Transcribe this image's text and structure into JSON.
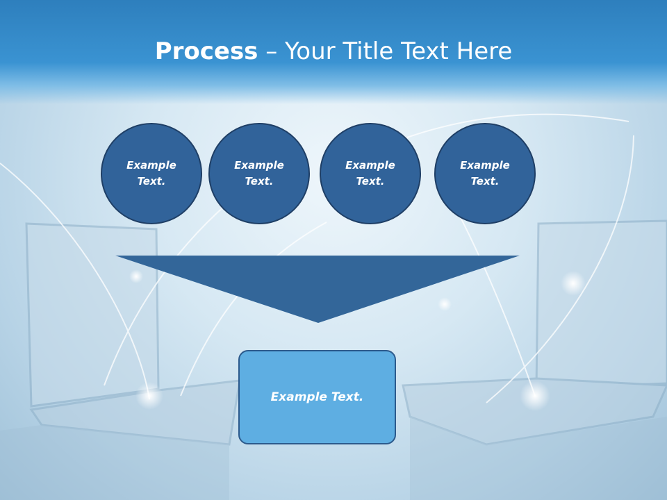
{
  "slide": {
    "title_bold": "Process",
    "title_rest": " – Your Title Text Here"
  },
  "steps": [
    {
      "label": "Example Text."
    },
    {
      "label": "Example Text."
    },
    {
      "label": "Example Text."
    },
    {
      "label": "Example Text."
    }
  ],
  "result": {
    "label": "Example Text."
  },
  "colors": {
    "header": "#3a93d2",
    "circle_fill": "#31639a",
    "funnel_fill": "#336699",
    "result_fill": "#5eaee2"
  }
}
